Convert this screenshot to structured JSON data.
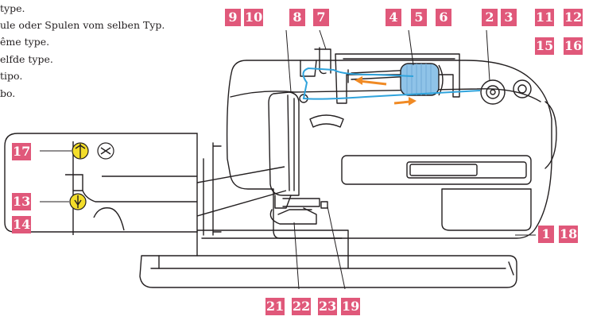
{
  "text_lines": [
    "type.",
    "ule oder Spulen vom selben Typ.",
    "ême type.",
    "elfde type.",
    " tipo.",
    "bo."
  ],
  "callouts": {
    "n1": "1",
    "n2": "2",
    "n3": "3",
    "n4": "4",
    "n5": "5",
    "n6": "6",
    "n7": "7",
    "n8": "8",
    "n9": "9",
    "n10": "10",
    "n11": "11",
    "n12": "12",
    "n13": "13",
    "n14": "14",
    "n15": "15",
    "n16": "16",
    "n17": "17",
    "n18": "18",
    "n19": "19",
    "n21": "21",
    "n22": "22",
    "n23": "23"
  },
  "colors": {
    "callout": "#e0587a",
    "thread": "#2fa3dc",
    "arrow": "#f08a24",
    "spool": "#8fc3e8",
    "indicator": "#f3dd2a"
  },
  "icons": [
    "needle-position-icon",
    "scissors-icon"
  ]
}
